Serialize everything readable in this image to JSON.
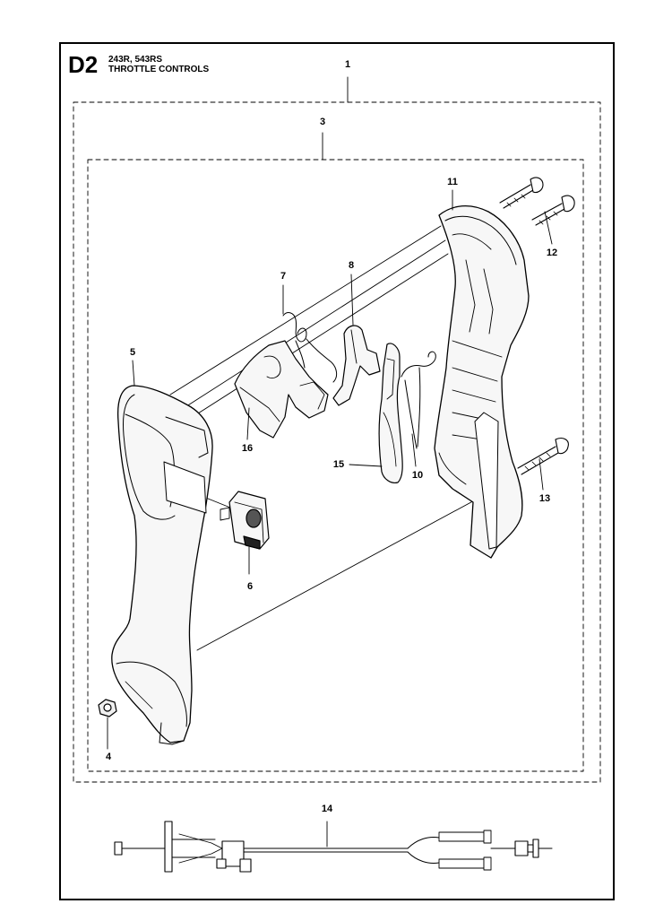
{
  "header": {
    "section_code": "D2",
    "models": "243R, 543RS",
    "title": "THROTTLE CONTROLS"
  },
  "callouts": [
    {
      "id": "c1",
      "label": "1"
    },
    {
      "id": "c3",
      "label": "3"
    },
    {
      "id": "c11",
      "label": "11"
    },
    {
      "id": "c12",
      "label": "12"
    },
    {
      "id": "c7",
      "label": "7"
    },
    {
      "id": "c8",
      "label": "8"
    },
    {
      "id": "c5",
      "label": "5"
    },
    {
      "id": "c16",
      "label": "16"
    },
    {
      "id": "c15",
      "label": "15"
    },
    {
      "id": "c10",
      "label": "10"
    },
    {
      "id": "c13",
      "label": "13"
    },
    {
      "id": "c6",
      "label": "6"
    },
    {
      "id": "c4",
      "label": "4"
    },
    {
      "id": "c14",
      "label": "14"
    }
  ]
}
